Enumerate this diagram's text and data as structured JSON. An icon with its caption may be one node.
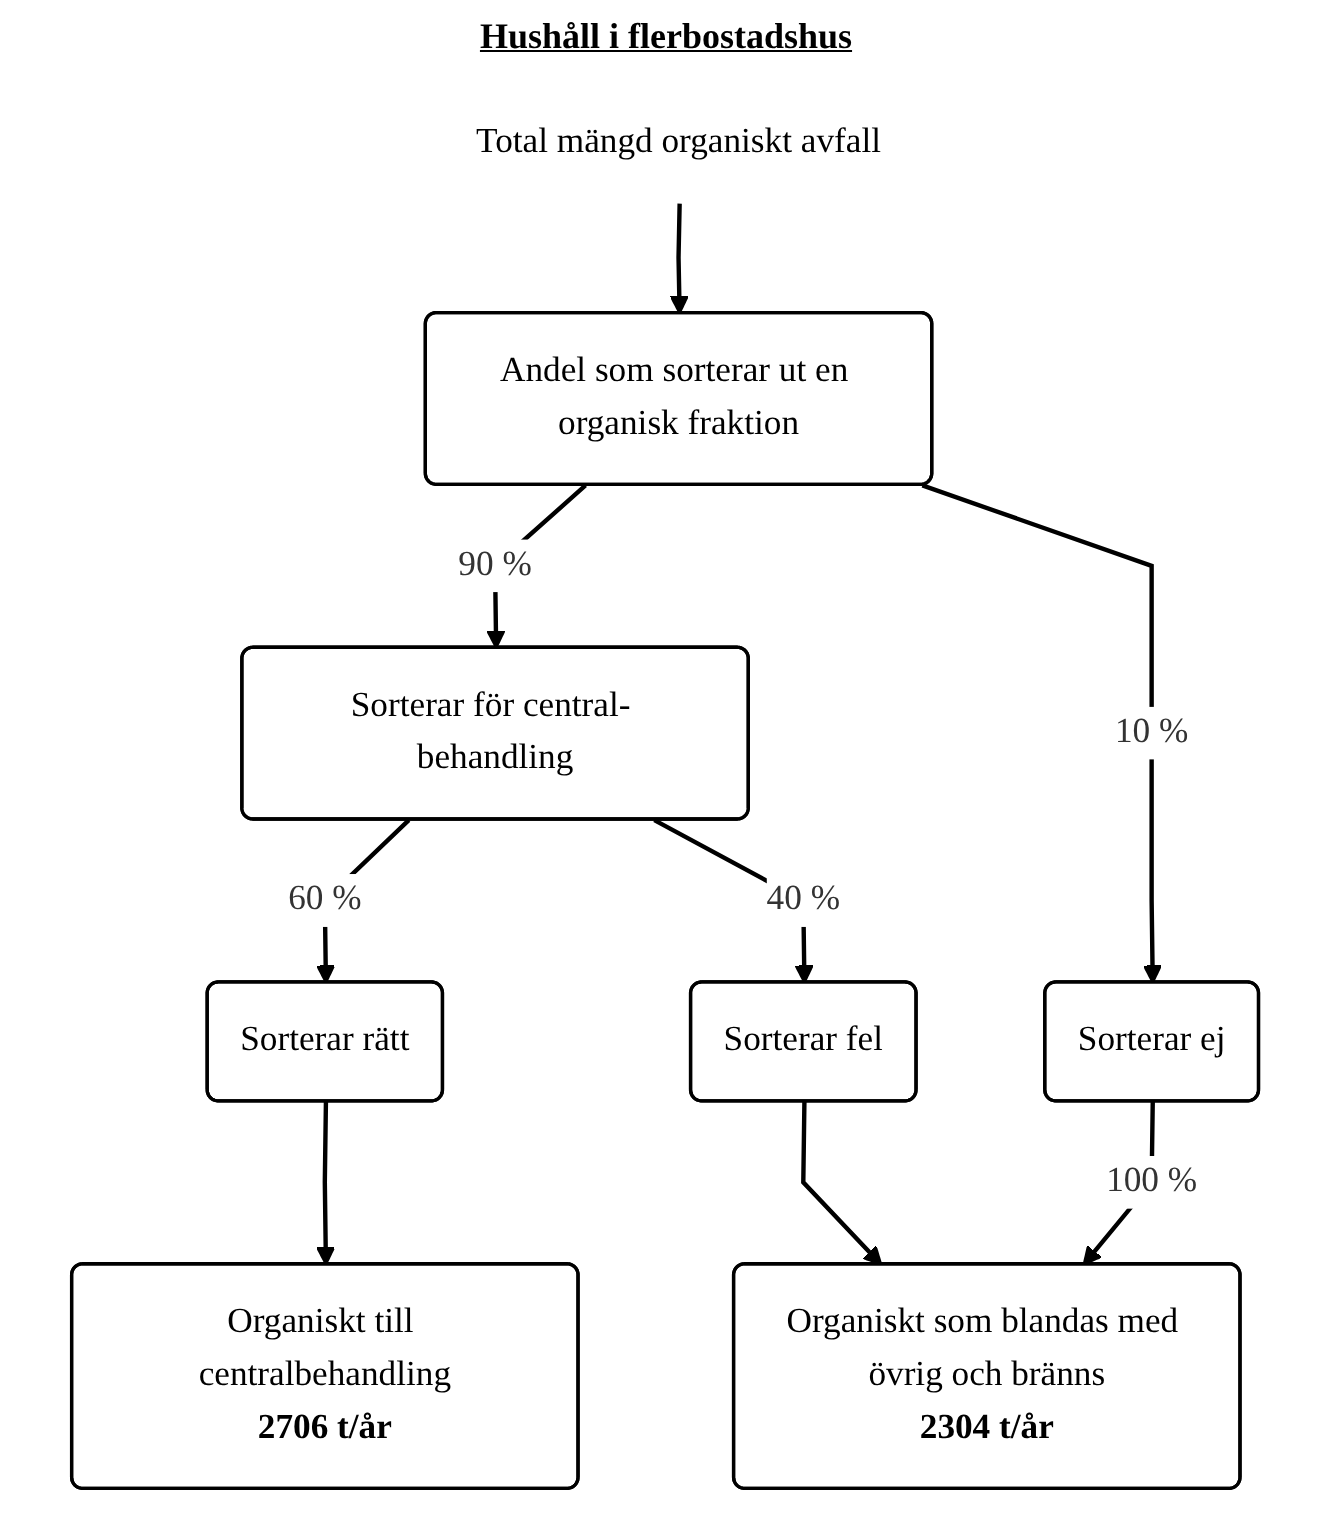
{
  "diagram": {
    "title": "Hushåll i flerbostadshus",
    "nodes": [
      {
        "text": [
          "Total mängd organiskt avfall"
        ]
      },
      {
        "text": [
          "Andel som sorterar ut en organisk fraktion"
        ]
      },
      {
        "text": [
          "Sorterar för central- behandling"
        ]
      },
      {
        "text": [
          "Sorterar ej"
        ]
      },
      {
        "text": [
          "Sorterar rätt"
        ]
      },
      {
        "text": [
          "Sorterar fel"
        ]
      },
      {
        "text": [
          "Organiskt till centralbehandling",
          "2706 t/år"
        ]
      },
      {
        "text": [
          "Organiskt som blandas med övrig och bränns",
          "2304 t/år"
        ]
      }
    ],
    "edges": [
      {
        "from": 0,
        "to": 1,
        "arrow": "to"
      },
      {
        "from": 1,
        "to": 2,
        "arrow": "to",
        "label": "90 %"
      },
      {
        "from": 1,
        "to": 3,
        "arrow": "to",
        "label": "10 %"
      },
      {
        "from": 2,
        "to": 4,
        "arrow": "to",
        "label": "60 %"
      },
      {
        "from": 2,
        "to": 5,
        "arrow": "to",
        "label": "40 %"
      },
      {
        "from": 3,
        "to": 7,
        "arrow": "to",
        "label": "100 %"
      },
      {
        "from": 4,
        "to": 6,
        "arrow": "to"
      },
      {
        "from": 5,
        "to": 7,
        "arrow": "to"
      }
    ]
  }
}
